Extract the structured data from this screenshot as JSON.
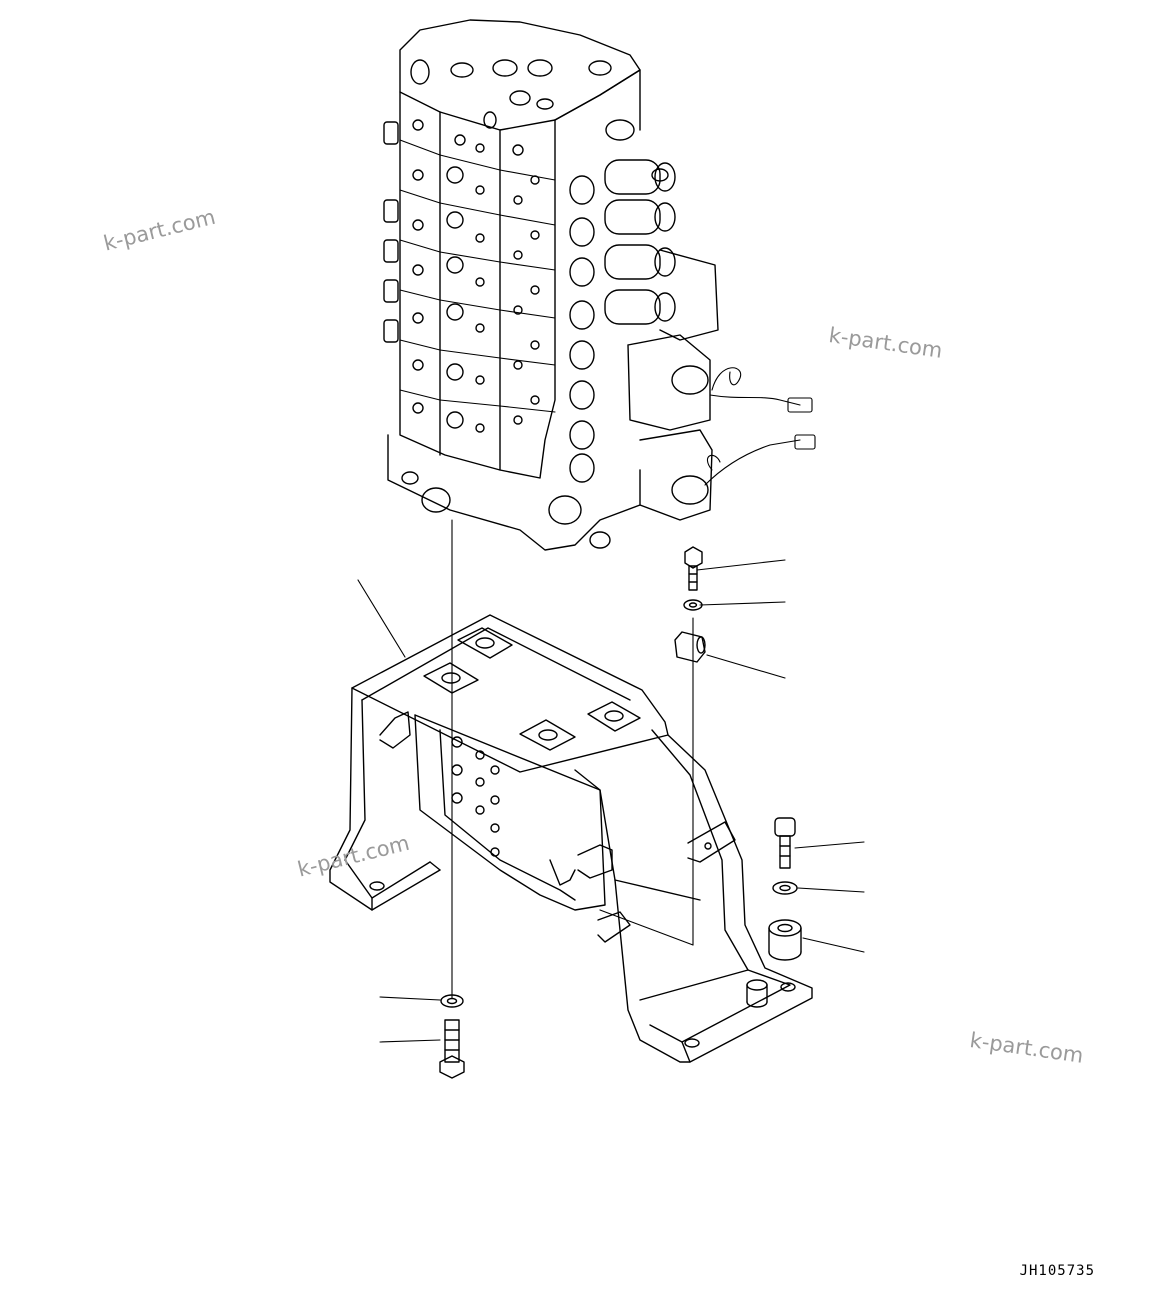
{
  "drawing": {
    "code": "JH105735",
    "watermarks": [
      "k-part.com",
      "k-part.com",
      "k-part.com",
      "k-part.com"
    ]
  },
  "colors": {
    "line": "#000000",
    "watermark": "#9a9a9a",
    "background": "#ffffff"
  }
}
